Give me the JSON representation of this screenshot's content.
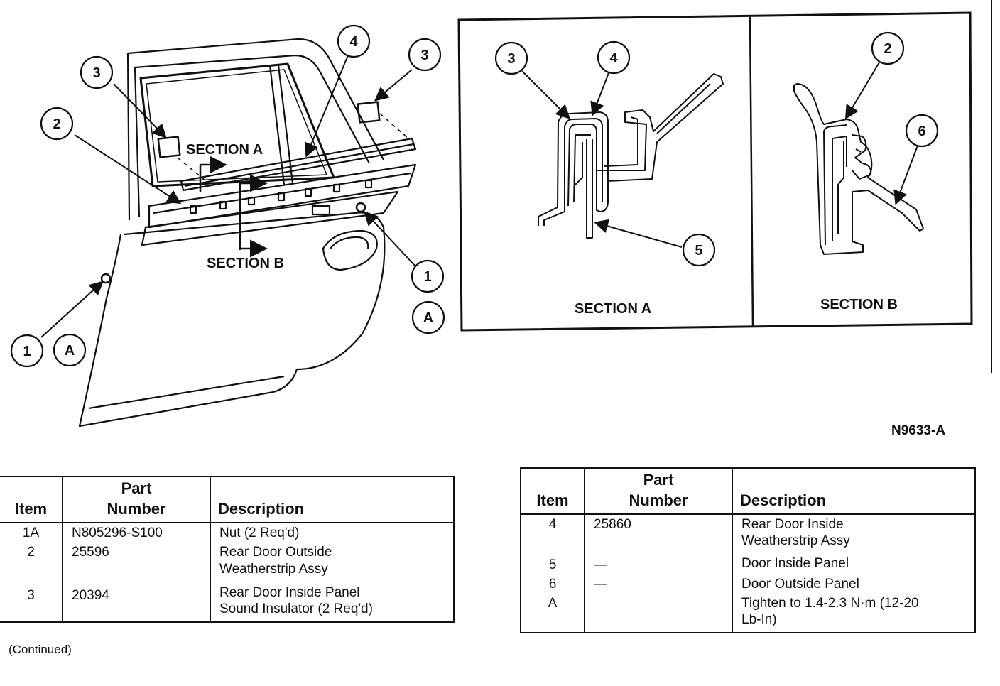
{
  "figure": {
    "id": "N9633-A",
    "section_a_label": "SECTION A",
    "section_b_label": "SECTION B",
    "callouts": {
      "c1": "1",
      "c2": "2",
      "c3": "3",
      "c4": "4",
      "c5": "5",
      "c6": "6",
      "cA": "A"
    }
  },
  "table_left": {
    "headers": {
      "item": "Item",
      "part_line1": "Part",
      "part_line2": "Number",
      "description": "Description"
    },
    "rows": [
      {
        "item": "1A",
        "part": "N805296-S100",
        "desc1": "Nut (2 Req'd)",
        "desc2": ""
      },
      {
        "item": "2",
        "part": "25596",
        "desc1": "Rear Door Outside",
        "desc2": "Weatherstrip Assy"
      },
      {
        "item": "3",
        "part": "20394",
        "desc1": "Rear Door Inside Panel",
        "desc2": "Sound Insulator (2 Req'd)"
      }
    ]
  },
  "table_right": {
    "headers": {
      "item": "Item",
      "part_line1": "Part",
      "part_line2": "Number",
      "description": "Description"
    },
    "rows": [
      {
        "item": "4",
        "part": "25860",
        "desc1": "Rear Door Inside",
        "desc2": "Weatherstrip Assy"
      },
      {
        "item": "5",
        "part": "—",
        "desc1": "Door Inside Panel",
        "desc2": ""
      },
      {
        "item": "6",
        "part": "—",
        "desc1": "Door Outside Panel",
        "desc2": ""
      },
      {
        "item": "A",
        "part": "",
        "desc1": "Tighten to 1.4-2.3 N·m (12-20",
        "desc2": "Lb-In)"
      }
    ]
  },
  "continued_note": "(Continued)"
}
